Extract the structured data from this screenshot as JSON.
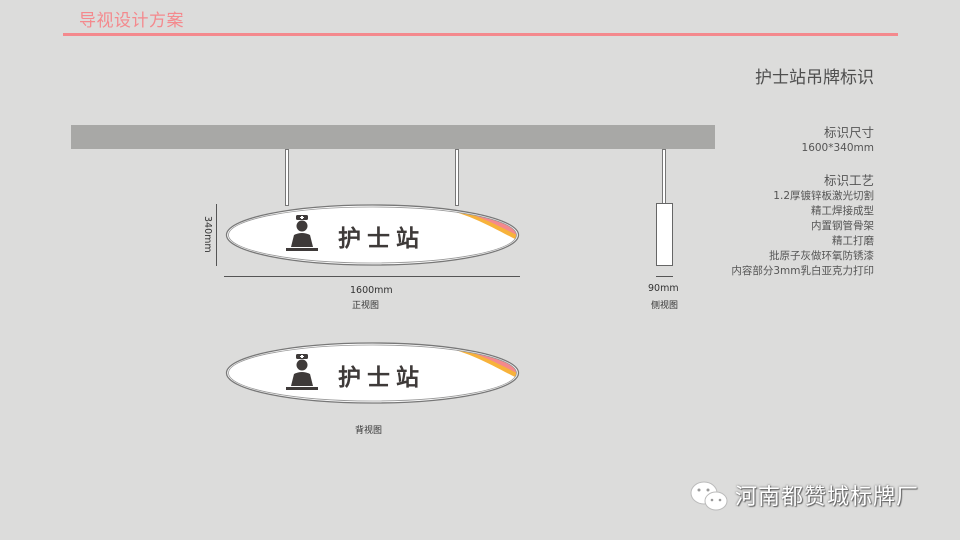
{
  "header": {
    "title": "导视设计方案",
    "accent_color": "#f4898d"
  },
  "page_title": "护士站吊牌标识",
  "specs": {
    "size_heading": "标识尺寸",
    "size_value": "1600*340mm",
    "process_heading": "标识工艺",
    "process_items": [
      "1.2厚镀锌板激光切割",
      "精工焊接成型",
      "内置钢管骨架",
      "精工打磨",
      "批原子灰做环氧防锈漆",
      "内容部分3mm乳白亚克力打印"
    ]
  },
  "front_view": {
    "sign_text": "护士站",
    "icon": "nurse-icon",
    "height_dim": "340mm",
    "width_dim": "1600mm",
    "caption": "正视图"
  },
  "side_view": {
    "width_dim": "90mm",
    "caption": "侧视图"
  },
  "back_view": {
    "sign_text": "护士站",
    "icon": "nurse-icon",
    "caption": "背视图"
  },
  "footer": {
    "brand": "河南都赞城标牌厂",
    "icon": "wechat-icon"
  },
  "colors": {
    "swoosh_pink": "#f4898d",
    "swoosh_orange": "#f7b23b",
    "ceiling": "#a8a8a6",
    "background": "#dcdcdb"
  }
}
